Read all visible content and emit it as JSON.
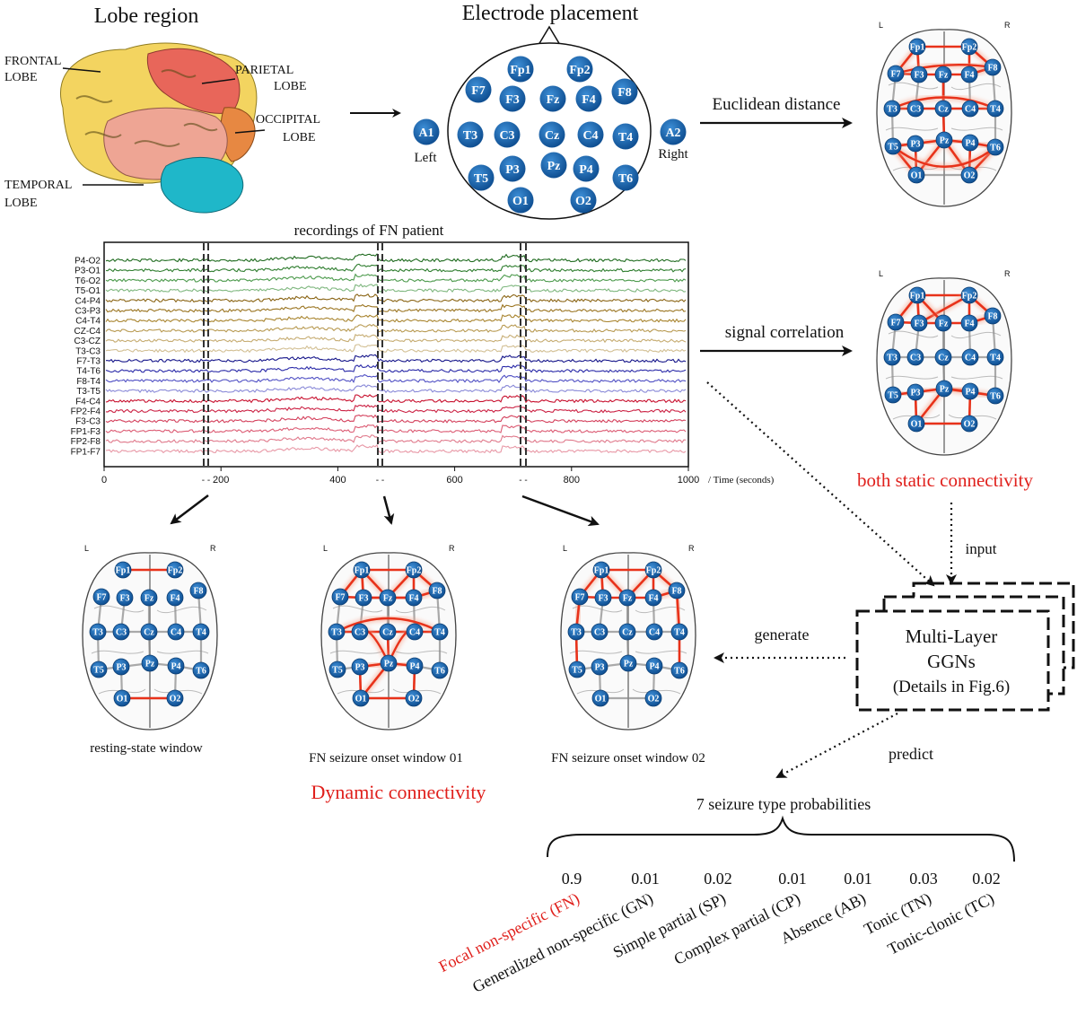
{
  "lobe": {
    "title": "Lobe region",
    "frontal": [
      "FRONTAL",
      "LOBE"
    ],
    "parietal": [
      "PARIETAL",
      "LOBE"
    ],
    "occipital": [
      "OCCIPITAL",
      "LOBE"
    ],
    "temporal": [
      "TEMPORAL",
      "LOBE"
    ]
  },
  "electrode": {
    "title": "Electrode placement",
    "left": "Left",
    "right": "Right"
  },
  "electrodes": [
    "Fp1",
    "Fp2",
    "F7",
    "F3",
    "Fz",
    "F4",
    "F8",
    "A1",
    "T3",
    "C3",
    "Cz",
    "C4",
    "T4",
    "A2",
    "T5",
    "P3",
    "Pz",
    "P4",
    "T6",
    "O1",
    "O2"
  ],
  "brainmap_electrodes": [
    "Fp1",
    "Fp2",
    "F7",
    "F3",
    "Fz",
    "F4",
    "F8",
    "T3",
    "C3",
    "Cz",
    "C4",
    "T4",
    "T5",
    "P3",
    "Pz",
    "P4",
    "T6",
    "O1",
    "O2"
  ],
  "brainmap_sides": {
    "left": "L",
    "right": "R"
  },
  "connections": {
    "euclidean_label": "Euclidean distance",
    "correlation_label": "signal correlation",
    "static_label": "both static connectivity",
    "input_label": "input",
    "generate_label": "generate",
    "predict_label": "predict"
  },
  "recording": {
    "title": "recordings of FN patient",
    "channels": [
      "P4-O2",
      "P3-O1",
      "T6-O2",
      "T5-O1",
      "C4-P4",
      "C3-P3",
      "C4-T4",
      "CZ-C4",
      "C3-CZ",
      "T3-C3",
      "F7-T3",
      "T4-T6",
      "F8-T4",
      "T3-T5",
      "F4-C4",
      "FP2-F4",
      "F3-C3",
      "FP1-F3",
      "FP2-F8",
      "FP1-F7"
    ],
    "channel_colors": [
      "#1f6b1f",
      "#2e7d2e",
      "#4c9a4c",
      "#7fb77f",
      "#8a6414",
      "#9a7420",
      "#a8842e",
      "#b89a52",
      "#c6ac72",
      "#d2bf93",
      "#15158a",
      "#2a2aa8",
      "#5050c4",
      "#8a8ad8",
      "#c8102e",
      "#cc2244",
      "#d4405c",
      "#dc5c74",
      "#e07a8c",
      "#e898a6"
    ],
    "x_ticks": [
      "0",
      "200",
      "400",
      "600",
      "800",
      "1000"
    ],
    "x_unit": "/ Time (seconds)",
    "window_marks": [
      "- -",
      "- -",
      "- -"
    ]
  },
  "windows": {
    "resting": "resting-state window",
    "onset1": "FN seizure onset window 01",
    "onset2": "FN seizure onset window 02",
    "dynamic_label": "Dynamic connectivity"
  },
  "model": {
    "line1": "Multi-Layer",
    "line2": "GGNs",
    "line3": "(Details in Fig.6)"
  },
  "prediction": {
    "title": "7 seizure type probabilities",
    "classes": [
      {
        "label": "Focal non-specific (FN)",
        "prob": "0.9",
        "color": "#e0201c"
      },
      {
        "label": "Generalized non-specific (GN)",
        "prob": "0.01",
        "color": "#111111"
      },
      {
        "label": "Simple partial (SP)",
        "prob": "0.02",
        "color": "#111111"
      },
      {
        "label": "Complex partial (CP)",
        "prob": "0.01",
        "color": "#111111"
      },
      {
        "label": "Absence (AB)",
        "prob": "0.01",
        "color": "#111111"
      },
      {
        "label": "Tonic (TN)",
        "prob": "0.03",
        "color": "#111111"
      },
      {
        "label": "Tonic-clonic (TC)",
        "prob": "0.02",
        "color": "#111111"
      }
    ]
  },
  "colors": {
    "electrode_blue": "#1766b0",
    "edge_red": "#e8321a",
    "accent_red": "#e0201c"
  }
}
